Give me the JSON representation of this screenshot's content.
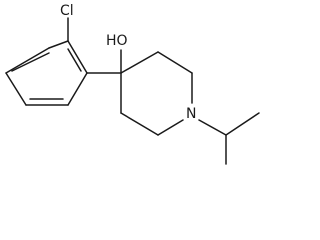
{
  "molecule": {
    "labels": {
      "chloro": "Cl",
      "hydroxyl": "HO",
      "ring_nitrogen": "N"
    }
  }
}
